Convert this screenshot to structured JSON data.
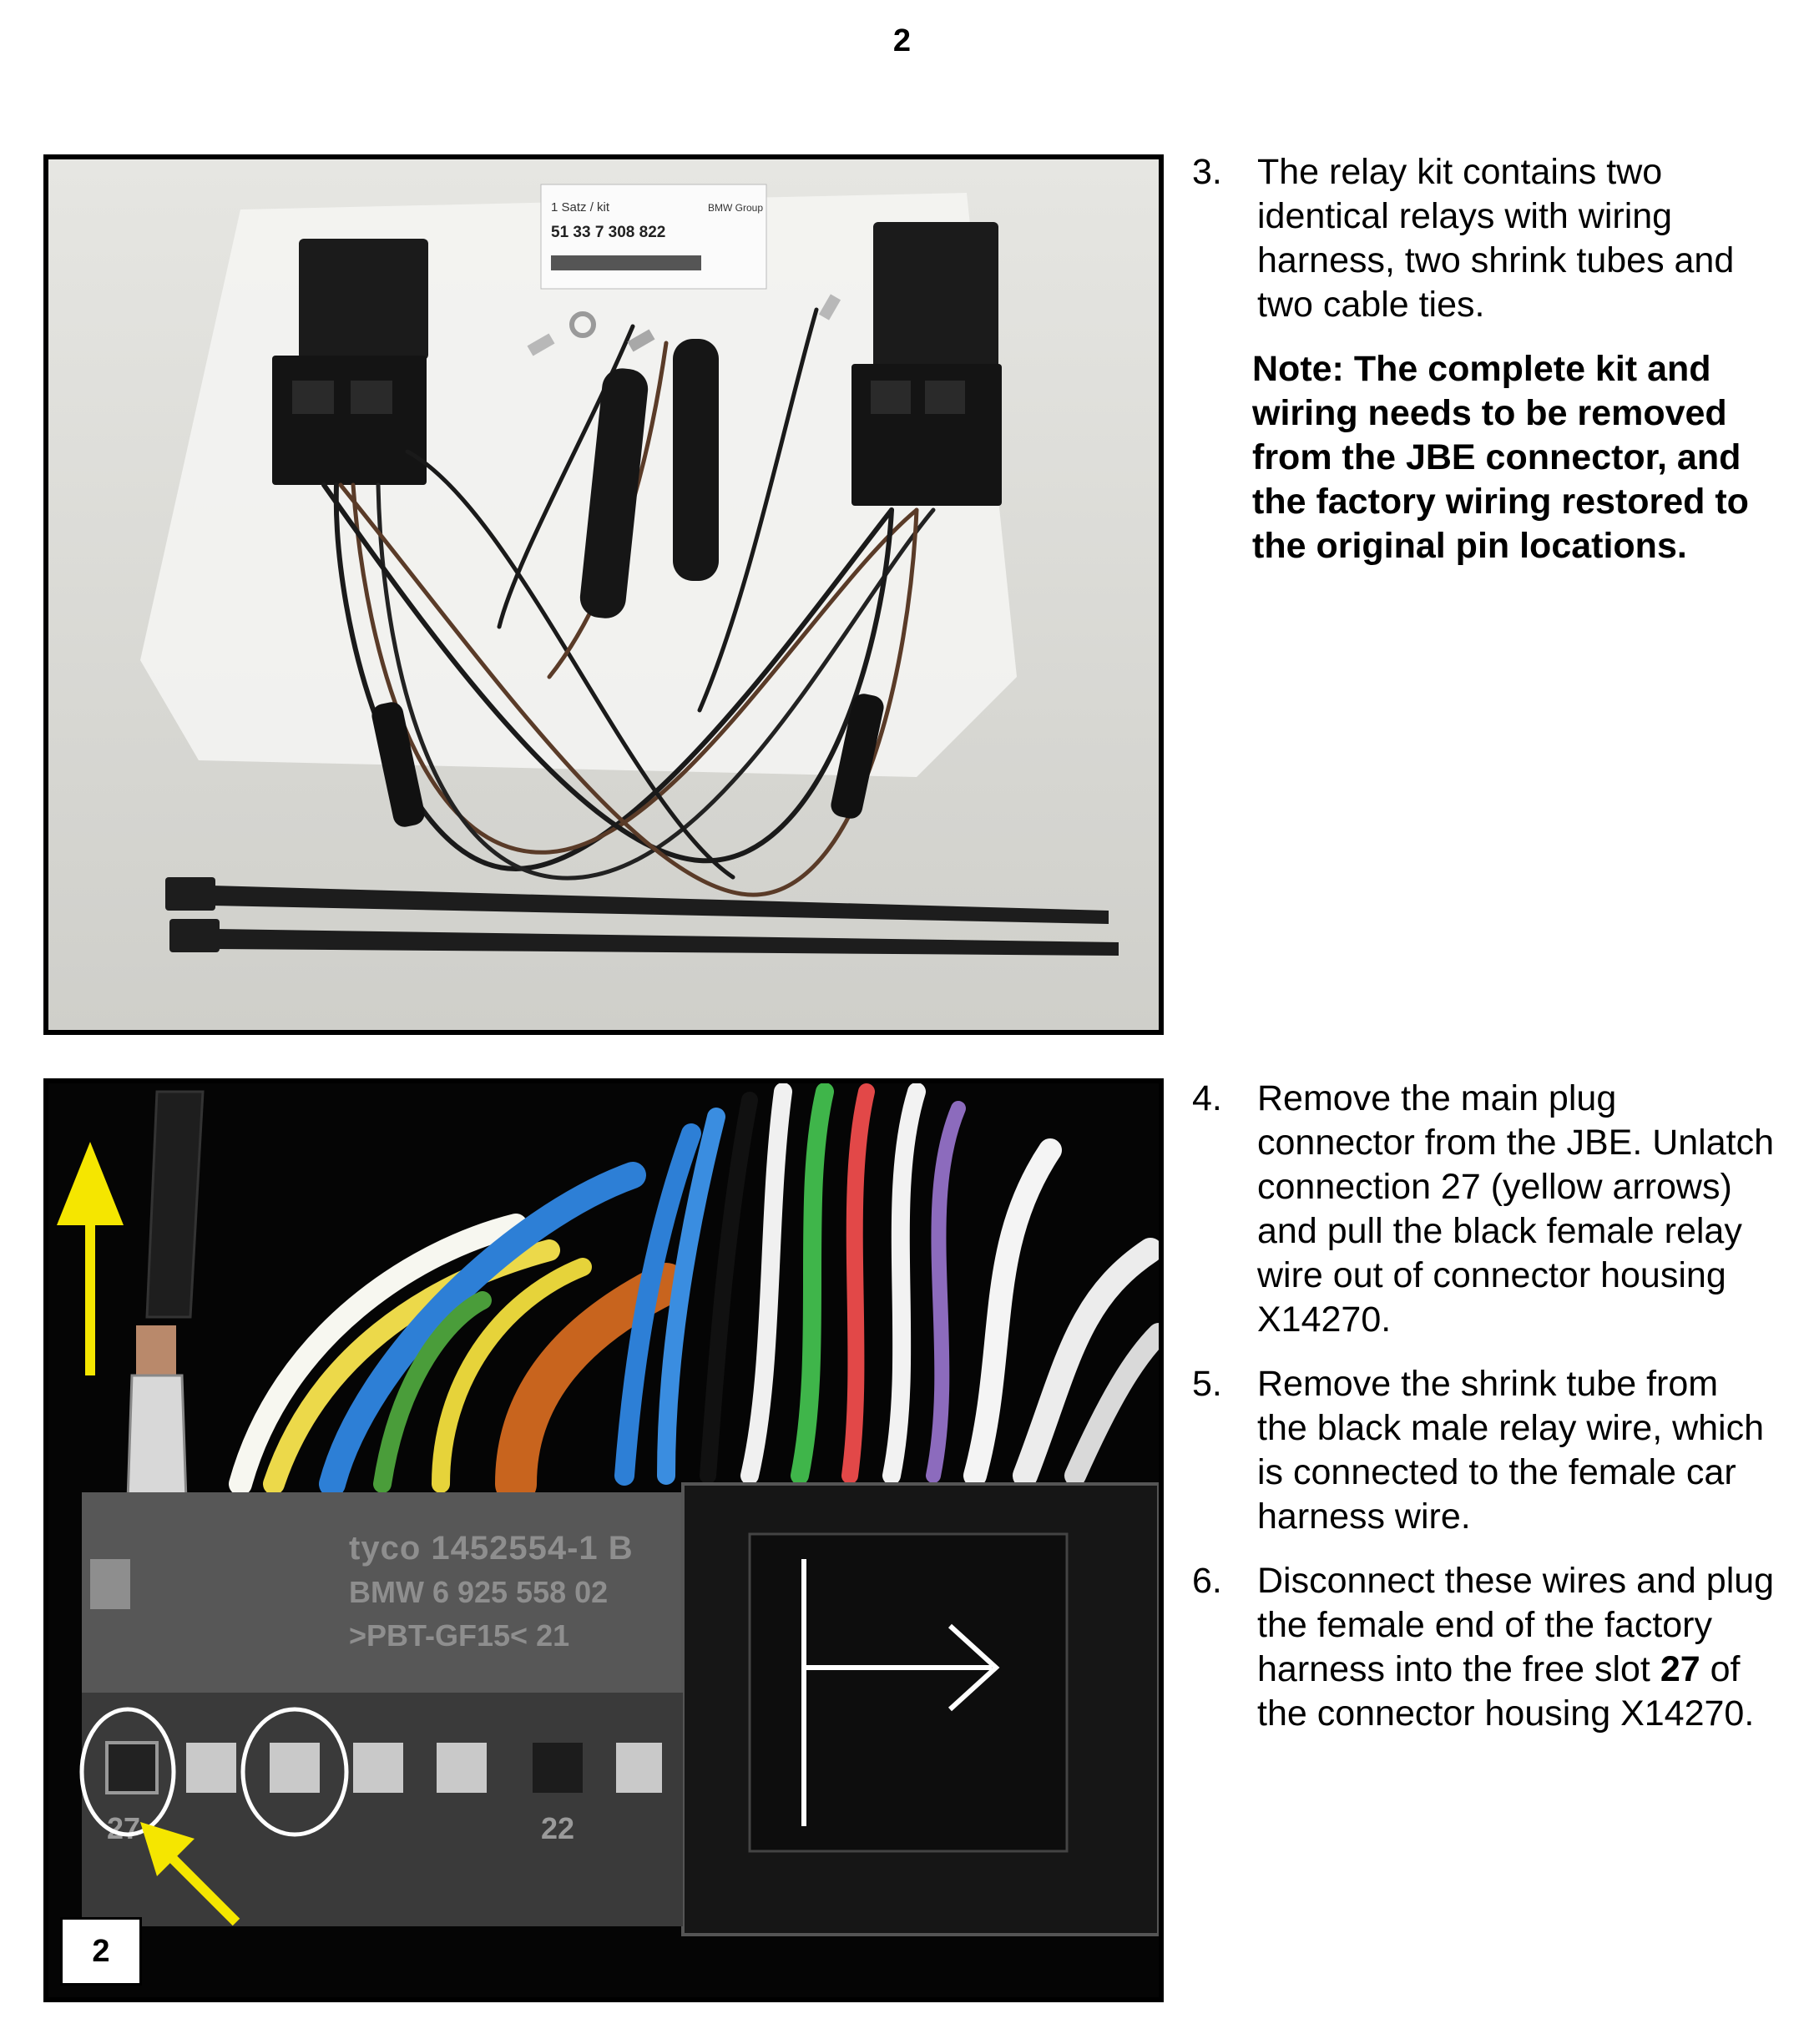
{
  "page": {
    "number": "2"
  },
  "steps_top": [
    {
      "num": "3.",
      "text": "The relay kit contains two identical relays with wiring harness, two shrink tubes and two cable ties."
    }
  ],
  "note": "Note: The complete kit and wiring needs to be removed from the JBE connector, and the factory wiring restored to the original pin locations.",
  "steps_bottom": [
    {
      "num": "4.",
      "text": "Remove the main plug connector from the JBE. Unlatch connection 27 (yellow arrows) and pull the black female relay wire out of connector housing X14270."
    },
    {
      "num": "5.",
      "text": "Remove the shrink tube from the black male relay wire, which is connected to the female car harness wire."
    },
    {
      "num": "6.",
      "pre": "Disconnect these wires and plug the female end of the factory harness into the free slot ",
      "bold": "27",
      "post": " of the connector housing X14270."
    }
  ],
  "photo1": {
    "label_lines": [
      "1 Satz / kit",
      "51 33 7 308 822",
      "BMW Group"
    ]
  },
  "photo2": {
    "badge": "2",
    "connector_lines": [
      "tyco 1452554-1  B",
      "BMW  6 925 558   02",
      ">PBT-GF15<       21"
    ],
    "pin_labels": [
      "27",
      "22"
    ]
  },
  "colors": {
    "arrow_yellow": "#f5e600",
    "wire_blue": "#2d7fd6",
    "wire_orange": "#c8641e"
  }
}
